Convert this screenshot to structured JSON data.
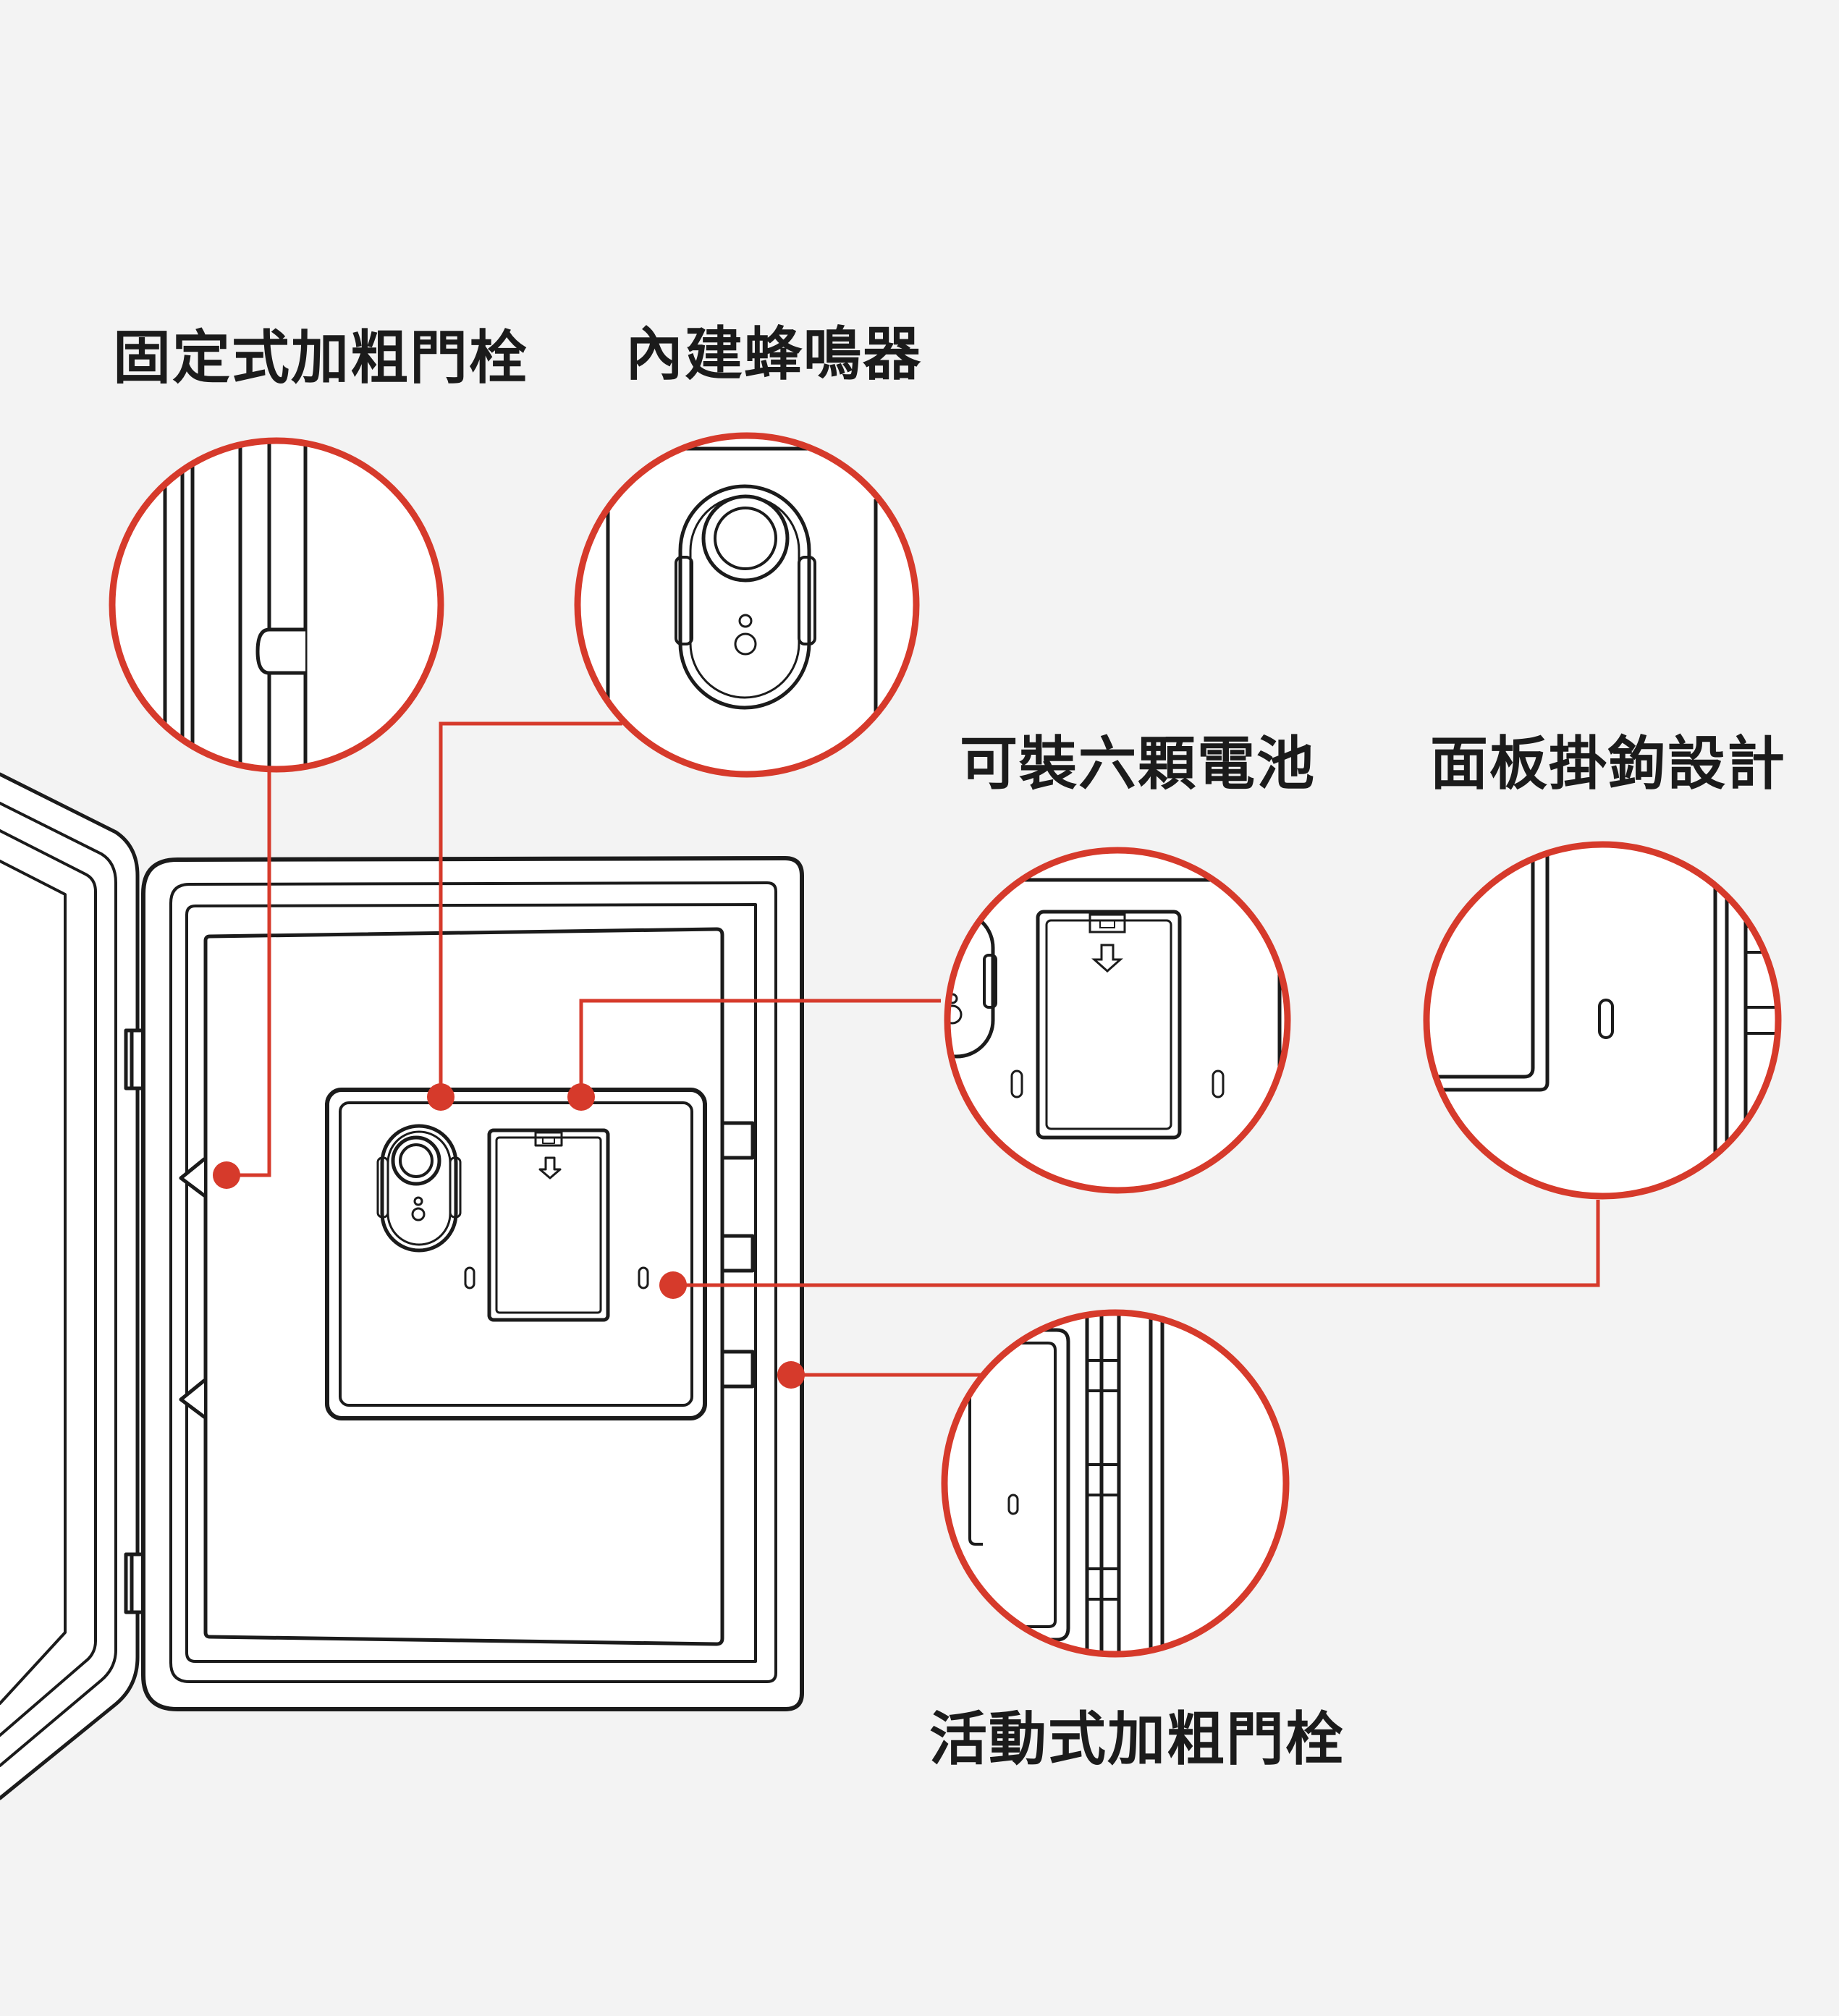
{
  "labels": {
    "fixed_bolt": "固定式加粗門栓",
    "buzzer": "內建蜂鳴器",
    "battery": "可裝六顆電池",
    "hook": "面板掛鉤設計",
    "movable_bolt": "活動式加粗門栓"
  },
  "colors": {
    "background": "#f3f3f3",
    "accent": "#d63a2b",
    "line": "#1b1b1b",
    "fill": "#ffffff"
  }
}
